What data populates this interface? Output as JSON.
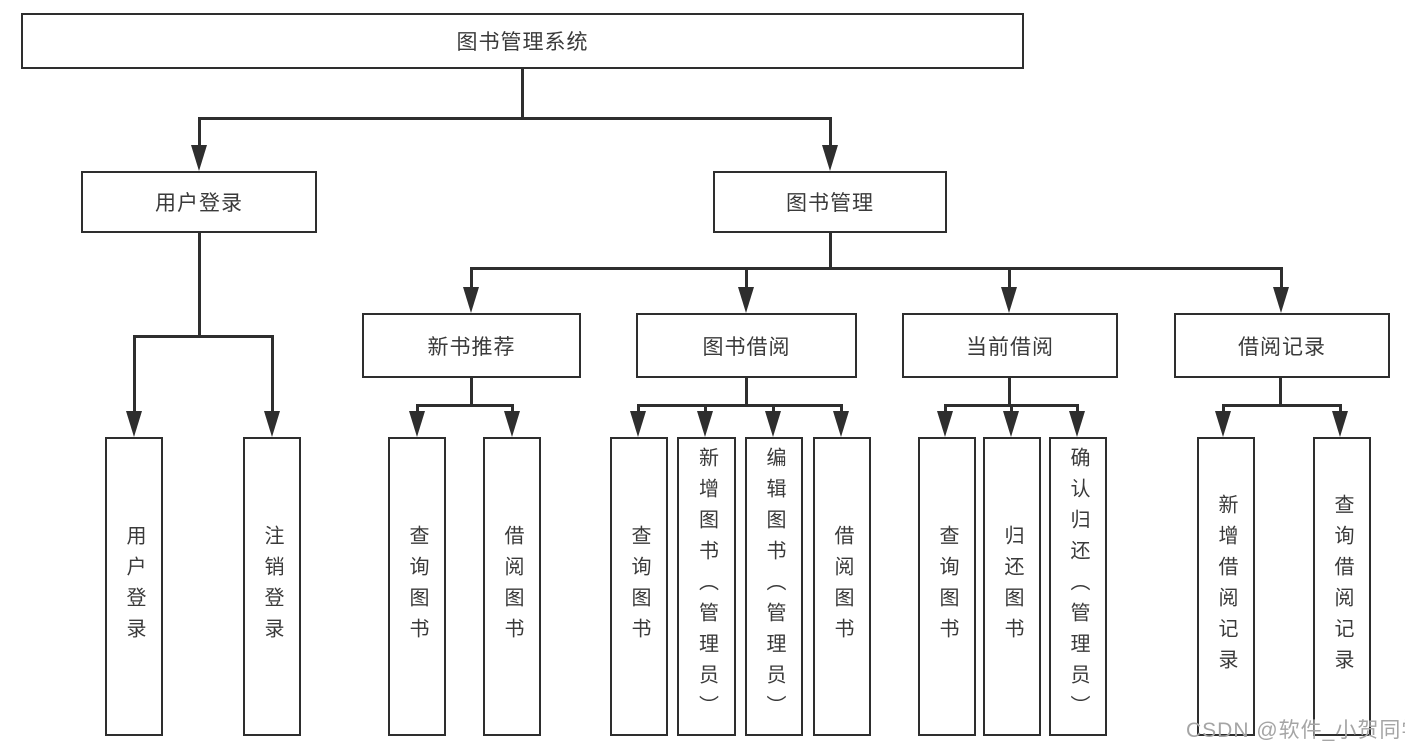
{
  "watermark": "CSDN @软件_小贺同学",
  "accent_colors": {
    "line": "#2e2e2e",
    "text": "#3a3a3a",
    "watermark": "#a5a5a5"
  },
  "nodes": {
    "root": {
      "label": "图书管理系统"
    },
    "user_login": {
      "label": "用户登录"
    },
    "book_mgmt": {
      "label": "图书管理"
    },
    "new_book_rec": {
      "label": "新书推荐"
    },
    "book_borrow": {
      "label": "图书借阅"
    },
    "current_borrow": {
      "label": "当前借阅"
    },
    "borrow_record": {
      "label": "借阅记录"
    },
    "login_leaf": {
      "label": "用户登录"
    },
    "logout_leaf": {
      "label": "注销登录"
    },
    "rec_query_book": {
      "label": "查询图书"
    },
    "rec_borrow_book": {
      "label": "借阅图书"
    },
    "bb_query_book": {
      "label": "查询图书"
    },
    "bb_add_book": {
      "label": "新增图书（管理员）"
    },
    "bb_edit_book": {
      "label": "编辑图书（管理员）"
    },
    "bb_borrow_book": {
      "label": "借阅图书"
    },
    "cb_query_book": {
      "label": "查询图书"
    },
    "cb_return_book": {
      "label": "归还图书"
    },
    "cb_confirm_return": {
      "label": "确认归还（管理员）"
    },
    "br_add_record": {
      "label": "新增借阅记录"
    },
    "br_query_record": {
      "label": "查询借阅记录"
    }
  },
  "hierarchy": {
    "root": "图书管理系统",
    "children": [
      {
        "label": "用户登录",
        "children": [
          "用户登录",
          "注销登录"
        ]
      },
      {
        "label": "图书管理",
        "children": [
          {
            "label": "新书推荐",
            "children": [
              "查询图书",
              "借阅图书"
            ]
          },
          {
            "label": "图书借阅",
            "children": [
              "查询图书",
              "新增图书（管理员）",
              "编辑图书（管理员）",
              "借阅图书"
            ]
          },
          {
            "label": "当前借阅",
            "children": [
              "查询图书",
              "归还图书",
              "确认归还（管理员）"
            ]
          },
          {
            "label": "借阅记录",
            "children": [
              "新增借阅记录",
              "查询借阅记录"
            ]
          }
        ]
      }
    ]
  }
}
